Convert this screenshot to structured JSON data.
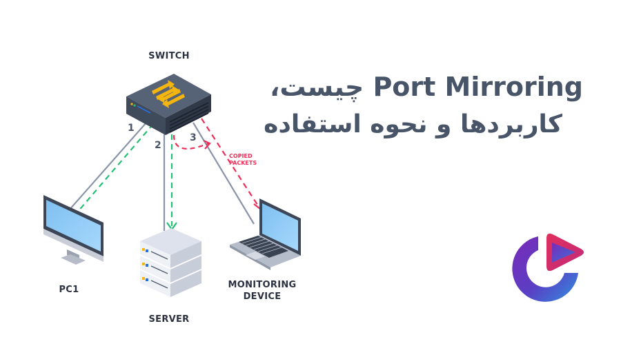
{
  "diagram": {
    "nodes": {
      "switch": {
        "label": "SWITCH"
      },
      "pc": {
        "label": "PC1"
      },
      "server": {
        "label": "SERVER"
      },
      "monitor": {
        "label_line1": "MONITORING",
        "label_line2": "DEVICE"
      }
    },
    "links": [
      {
        "id": "1",
        "label": "1",
        "from": "switch",
        "to": "pc"
      },
      {
        "id": "2",
        "label": "2",
        "from": "switch",
        "to": "server"
      },
      {
        "id": "3",
        "label": "3",
        "from": "switch",
        "to": "monitor"
      }
    ],
    "flows": [
      {
        "from": "pc",
        "to": "server",
        "color": "#22c074",
        "style": "dashed"
      },
      {
        "from": "switch",
        "to": "monitor",
        "color": "#ef2d56",
        "style": "dashed",
        "label_line1": "COPIED",
        "label_line2": "PACKETS"
      }
    ]
  },
  "title": {
    "line1": "Port Mirroring چیست،",
    "line2": "کاربردها و نحوه استفاده"
  },
  "colors": {
    "title_text": "#485467",
    "switch_body": "#4e5a6c",
    "switch_arrows": "#f5b50f",
    "link_line": "#8a94a8",
    "mirror_flow": "#ef2d56",
    "normal_flow": "#22c074",
    "screen": "#8ec9f5"
  },
  "logo": {
    "name": "brand-logo"
  }
}
